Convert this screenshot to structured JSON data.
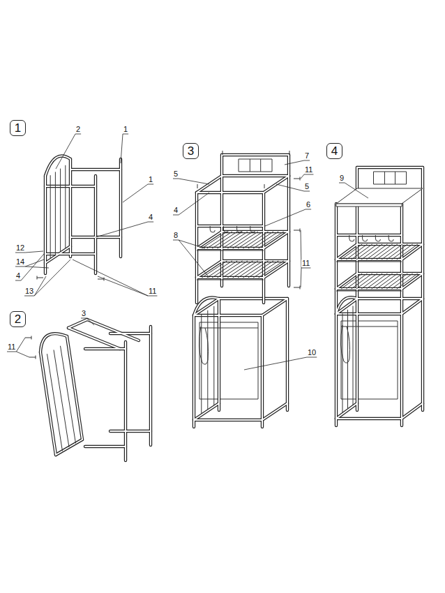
{
  "diagram": {
    "nodes": [
      {
        "text": [
          "1"
        ]
      },
      {
        "text": [
          "2"
        ]
      },
      {
        "text": [
          "3"
        ]
      },
      {
        "text": [
          "4"
        ]
      }
    ],
    "labels": [
      "2",
      "1",
      "1",
      "4",
      "12",
      "14",
      "4",
      "13",
      "11",
      "3",
      "11",
      "7",
      "11",
      "5",
      "5",
      "4",
      "6",
      "8",
      "11",
      "10",
      "9"
    ]
  }
}
